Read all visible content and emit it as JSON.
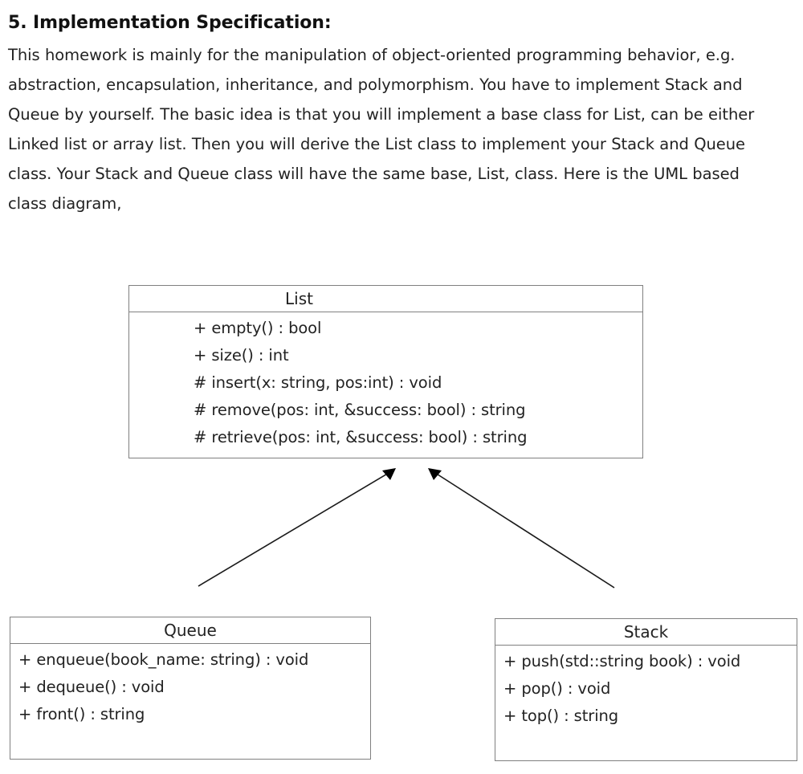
{
  "document": {
    "section": {
      "heading": "5. Implementation Specification:",
      "body": "This homework is mainly for the manipulation of object-oriented programming behavior, e.g. abstraction, encapsulation, inheritance, and polymorphism. You have to implement Stack and Queue by yourself. The basic idea is that you will implement a base class for List, can be either Linked list or array list. Then you will derive the List class to implement your Stack and Queue class. Your Stack and Queue class will have the same base, List, class. Here is the UML based class diagram,"
    }
  },
  "diagram": {
    "type": "uml-class-diagram",
    "line_color": "#808080",
    "arrow_color": "#000000",
    "classes": [
      {
        "id": "list",
        "name": "List",
        "members": [
          "+ empty() : bool",
          "+ size() : int",
          "# insert(x: string, pos:int) : void",
          "# remove(pos: int, &success: bool) : string",
          "# retrieve(pos: int, &success: bool) : string"
        ]
      },
      {
        "id": "queue",
        "name": "Queue",
        "members": [
          "+ enqueue(book_name: string) : void",
          "+ dequeue() : void",
          "+ front() : string"
        ]
      },
      {
        "id": "stack",
        "name": "Stack",
        "members": [
          "+ push(std::string book) : void",
          "+ pop() : void",
          "+ top() : string"
        ]
      }
    ],
    "relationships": [
      {
        "id": "queue-inherits-list",
        "from": "queue",
        "to": "list",
        "kind": "generalization"
      },
      {
        "id": "stack-inherits-list",
        "from": "stack",
        "to": "list",
        "kind": "generalization"
      }
    ]
  }
}
